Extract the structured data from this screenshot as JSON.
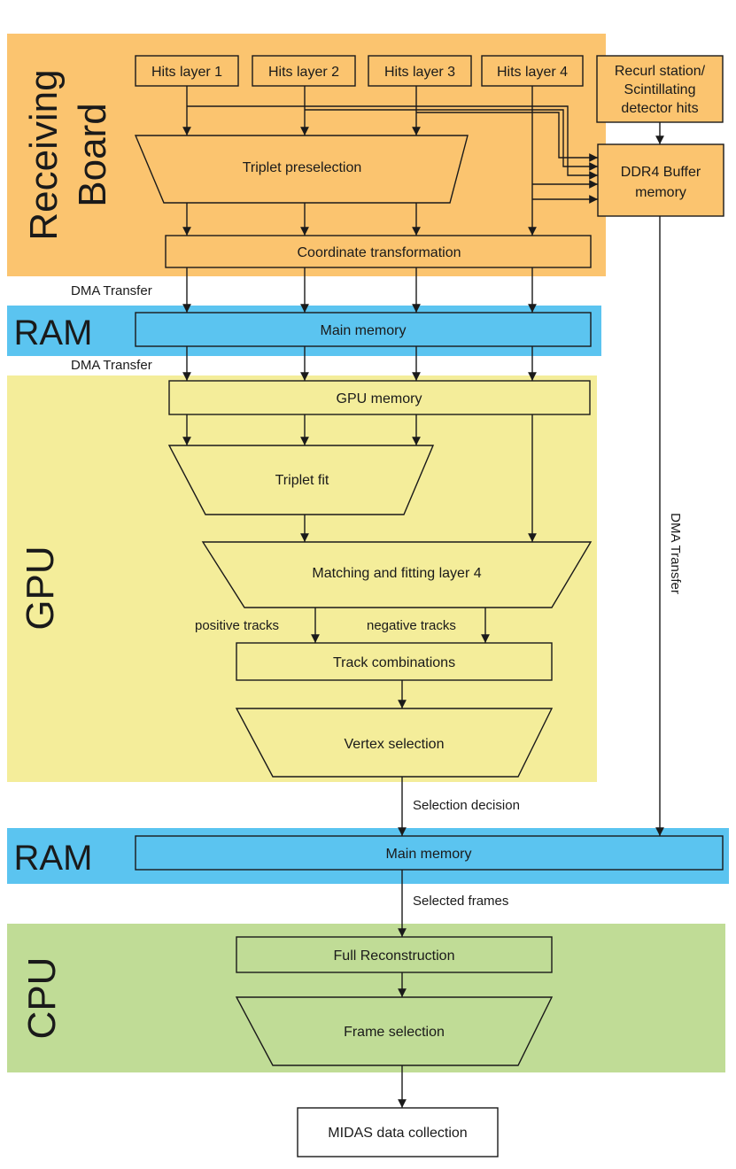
{
  "colors": {
    "receiving_board": "#fbc46f",
    "ram": "#5bc4f0",
    "gpu": "#f4ed9a",
    "cpu": "#c0dc96",
    "stroke": "#1a1a1a",
    "output_box": "#ffffff"
  },
  "regions": {
    "receiving_board": [
      "Receiving",
      "Board"
    ],
    "ram_top": "RAM",
    "gpu": "GPU",
    "ram_bottom": "RAM",
    "cpu": "CPU"
  },
  "nodes": {
    "hits_layer_1": "Hits layer 1",
    "hits_layer_2": "Hits layer 2",
    "hits_layer_3": "Hits layer 3",
    "hits_layer_4": "Hits layer 4",
    "recurl_station": [
      "Recurl station/",
      "Scintillating",
      "detector hits"
    ],
    "triplet_preselection": "Triplet preselection",
    "ddr4_buffer": [
      "DDR4 Buffer",
      "memory"
    ],
    "coordinate_transformation": "Coordinate transformation",
    "main_memory_top": "Main memory",
    "gpu_memory": "GPU memory",
    "triplet_fit": "Triplet fit",
    "matching_fitting": "Matching and fitting layer 4",
    "track_combinations": "Track combinations",
    "vertex_selection": "Vertex selection",
    "main_memory_bottom": "Main memory",
    "full_reconstruction": "Full Reconstruction",
    "frame_selection": "Frame selection",
    "midas": "MIDAS data collection"
  },
  "edge_labels": {
    "dma_transfer_1": "DMA Transfer",
    "dma_transfer_2": "DMA Transfer",
    "dma_transfer_side": "DMA Transfer",
    "positive_tracks": "positive tracks",
    "negative_tracks": "negative tracks",
    "selection_decision": "Selection decision",
    "selected_frames": "Selected frames"
  }
}
